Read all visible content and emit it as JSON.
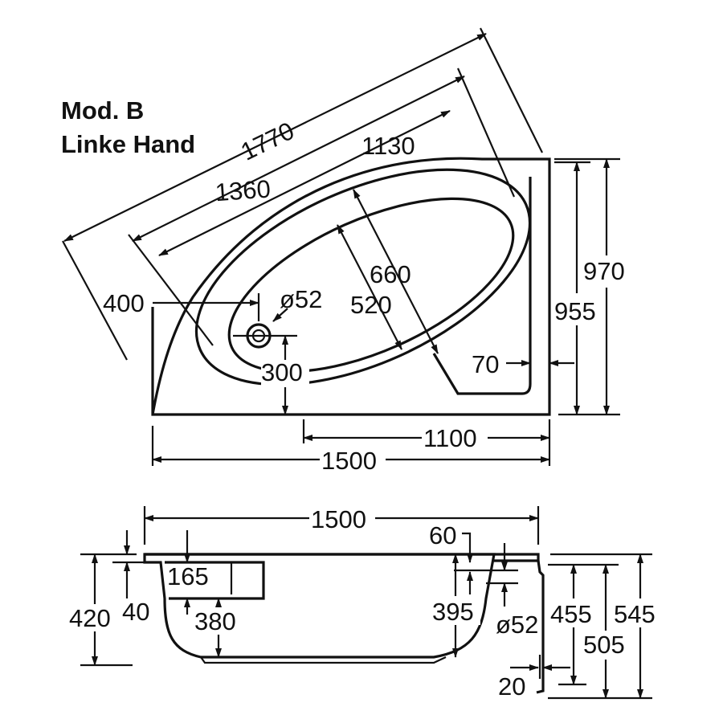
{
  "title": {
    "line1": "Mod. B",
    "line2": "Linke Hand"
  },
  "top_view": {
    "d1770": "1770",
    "d1130": "1130",
    "d1360": "1360",
    "d660": "660",
    "d520": "520",
    "d400": "400",
    "d52": "ø52",
    "d300": "300",
    "d70": "70",
    "d970": "970",
    "d955": "955",
    "d1100": "1100",
    "d1500": "1500"
  },
  "side_view": {
    "d1500": "1500",
    "d60": "60",
    "d165": "165",
    "d420": "420",
    "d40": "40",
    "d380": "380",
    "d395": "395",
    "d52": "ø52",
    "d455": "455",
    "d545": "545",
    "d505": "505",
    "d20": "20"
  }
}
